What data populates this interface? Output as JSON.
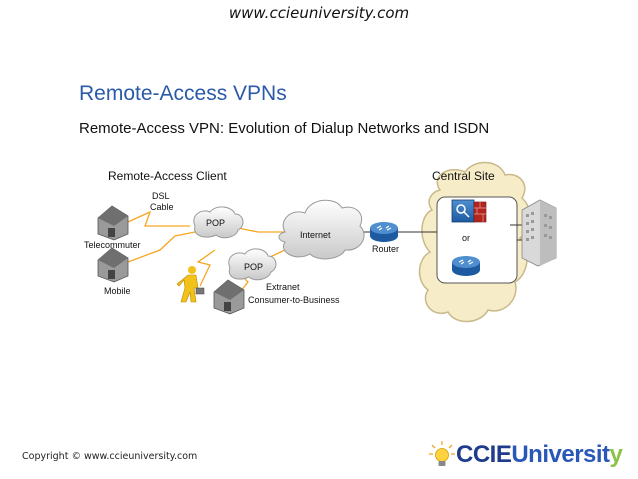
{
  "header": {
    "url": "www.ccieuniversity.com"
  },
  "slide": {
    "title": "Remote-Access VPNs",
    "subtitle": "Remote-Access VPN: Evolution of Dialup Networks and ISDN"
  },
  "diagram": {
    "remote_client_label": "Remote-Access Client",
    "central_site_label": "Central Site",
    "dsl_label": "DSL",
    "cable_label": "Cable",
    "pop_top": "POP",
    "pop_bottom": "POP",
    "internet": "Internet",
    "router": "Router",
    "or": "or",
    "telecommuter": "Telecommuter",
    "mobile": "Mobile",
    "extranet": "Extranet",
    "consumer": "Consumer-to-Business"
  },
  "footer": {
    "copyright": "Copyright © www.ccieuniversity.com",
    "logo_text_1": "CCIE",
    "logo_text_2": "Universit",
    "logo_text_3": "y"
  }
}
